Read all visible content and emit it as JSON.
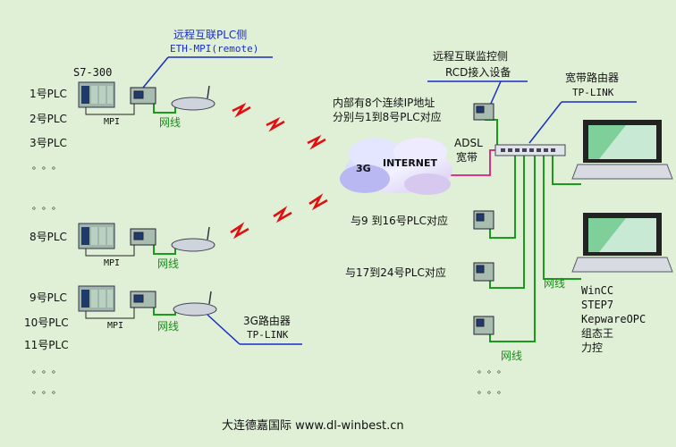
{
  "colors": {
    "background": "#dff0d6",
    "network_line": "#1c9a1c",
    "mpi_line": "#222222",
    "wireless": "#e11010",
    "callout_line": "#1a2cc8",
    "adsl_line": "#e0187a"
  },
  "left": {
    "s7_title": "S7-300",
    "group1": [
      "1号PLC",
      "2号PLC",
      "3号PLC"
    ],
    "group2": [
      "8号PLC"
    ],
    "group3": [
      "9号PLC",
      "10号PLC",
      "11号PLC"
    ],
    "ellipsis": "。。。",
    "mpi": "MPI",
    "network_cable": "网线"
  },
  "callouts": {
    "remote_plc_1": "远程互联PLC侧",
    "remote_plc_2": "ETH-MPI(remote)",
    "router3g_1": "3G路由器",
    "router3g_2": "TP-LINK",
    "monitor_1": "远程互联监控侧",
    "monitor_2": "RCD接入设备",
    "broadband_1": "宽带路由器",
    "broadband_2": "TP-LINK"
  },
  "cloud": {
    "label": "INTERNET",
    "badge": "3G"
  },
  "right": {
    "ip_note_1": "内部有8个连续IP地址",
    "ip_note_2": "分别与1到8号PLC对应",
    "adsl_1": "ADSL",
    "adsl_2": "宽带",
    "map_9_16": "与9 到16号PLC对应",
    "map_17_24": "与17到24号PLC对应",
    "network_cable": "网线",
    "software": [
      "WinCC",
      "STEP7",
      "KepwareOPC",
      "组态王",
      "力控"
    ],
    "ellipsis": "。。。"
  },
  "footer": "大连德嘉国际 www.dl-winbest.cn"
}
